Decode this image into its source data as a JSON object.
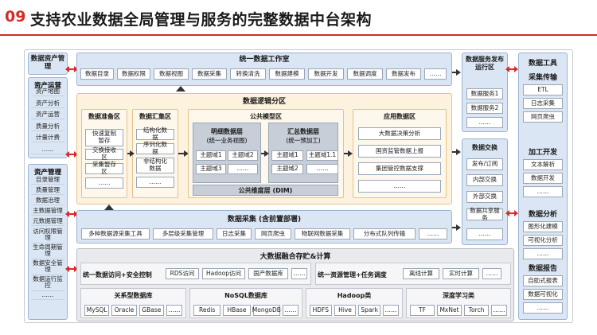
{
  "header": {
    "number": "09",
    "title": "支持农业数据全局管理与服务的完整数据中台架构"
  },
  "left": {
    "asset_mgmt_title": "数据资产管理",
    "asset_ops_title": "资产运营",
    "asset_ops_items": [
      "资产地图",
      "资产分析",
      "资产运营",
      "质量分析",
      "计量计费",
      "……"
    ],
    "asset_admin_title": "资产管理",
    "asset_admin_items": [
      "目录管理",
      "质量管理",
      "数据治理",
      "主数据管理",
      "元数据管理",
      "访问权限管理",
      "生命周期管理",
      "数据安全管理",
      "数据运行监控",
      "……"
    ]
  },
  "workbench": {
    "title": "统一数据工作室",
    "items": [
      "数据目录",
      "数据权限",
      "数据视图",
      "数据采集",
      "转换清洗",
      "数据建模",
      "数据开发",
      "数据调度",
      "数据发布",
      "……"
    ]
  },
  "logic": {
    "title": "数据逻辑分区",
    "prep": {
      "title": "数据准备区",
      "items": [
        "快速复制暂存",
        "交换接收区",
        "采集暂存区",
        "……"
      ]
    },
    "collect": {
      "title": "数据汇集区",
      "items": [
        "结构化数据",
        "序列化数据",
        "非结构化数据",
        "……"
      ]
    },
    "public": {
      "title": "公共模型区",
      "detail_title": "明细数据层",
      "detail_sub": "(统一业务视图)",
      "detail_items": [
        "主题域1",
        "主题域2",
        "主题域3",
        "……"
      ],
      "summary_title": "汇总数据层",
      "summary_sub": "(统一预加工)",
      "summary_items": [
        "主题域1",
        "主题域1.1",
        "主题域2",
        "……"
      ],
      "dim": "公共维度层 (DIM)"
    },
    "app": {
      "title": "应用数据区",
      "items": [
        "大数据决策分析",
        "国资监管数据上报",
        "集团管控数据支撑",
        "……"
      ]
    }
  },
  "collection": {
    "title": "数据采集 (含前置部署)",
    "items": [
      "多种数据源采集工具",
      "多层级采集管理",
      "日志采集",
      "网页爬虫",
      "物联网数据采集",
      "分布式队列传输",
      "……"
    ]
  },
  "bigdata": {
    "title": "大数据融合存贮&计算",
    "access_title": "统一数据访问+安全控制",
    "access_items": [
      "RDS访问",
      "Hadoop访问",
      "国产数据库",
      "……"
    ],
    "resource_title": "统一资源管理+任务调度",
    "resource_items": [
      "离线计算",
      "实时计算",
      "……"
    ],
    "groups": [
      {
        "title": "关系型数据库",
        "items": [
          "MySQL",
          "Oracle",
          "GBase",
          "……"
        ]
      },
      {
        "title": "NoSQL数据库",
        "items": [
          "Redis",
          "HBase",
          "MongoDB",
          "……"
        ]
      },
      {
        "title": "Hadoop类",
        "items": [
          "HDFS",
          "Hive",
          "Spark",
          "……"
        ]
      },
      {
        "title": "深度学习类",
        "items": [
          "TF",
          "MxNet",
          "Torch",
          "……"
        ]
      }
    ]
  },
  "service": {
    "title": "数据服务发布运行区",
    "items": [
      "数据服务1",
      "数据服务2",
      "……"
    ]
  },
  "exchange": {
    "title": "数据交换",
    "items": [
      "发布/订阅",
      "内部交换",
      "外部交换",
      "数据共享服务",
      "……"
    ]
  },
  "tools": {
    "title": "数据工具",
    "groups": [
      {
        "title": "采集传输",
        "items": [
          "ETL",
          "日志采集",
          "网页爬虫"
        ]
      },
      {
        "title": "加工开发",
        "items": [
          "文本解析",
          "数据开发",
          "……"
        ]
      },
      {
        "title": "数据分析",
        "items": [
          "图形化建模",
          "可视化分析",
          "……"
        ]
      },
      {
        "title": "数据报告",
        "items": [
          "自助式报表",
          "数据可视化",
          "……"
        ]
      }
    ]
  }
}
